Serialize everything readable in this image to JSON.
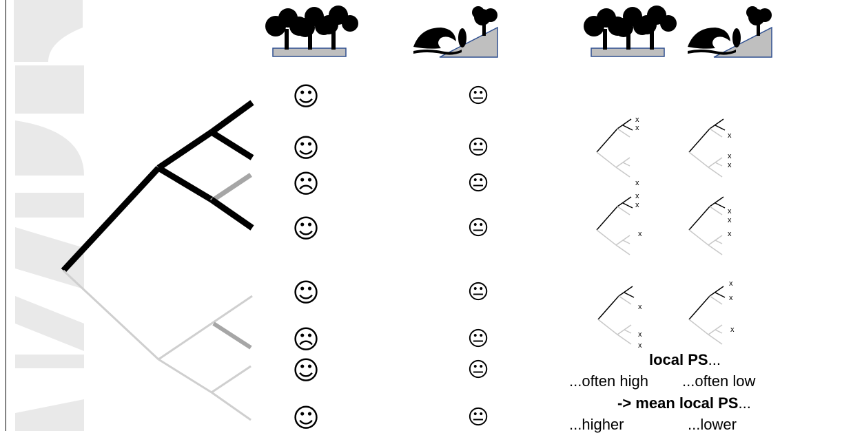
{
  "columns": [
    {
      "habitat": "forest",
      "icon": "forest-icon"
    },
    {
      "habitat": "coast",
      "icon": "coast-wave-icon"
    }
  ],
  "faces": {
    "happy": "☺",
    "neutral": "😐",
    "sad": "☹"
  },
  "rows": [
    {
      "forest": "happy",
      "coast": "neutral"
    },
    {
      "forest": "happy",
      "coast": "neutral"
    },
    {
      "forest": "sad",
      "coast": "neutral"
    },
    {
      "forest": "happy",
      "coast": "neutral"
    },
    {
      "forest": "happy",
      "coast": "neutral"
    },
    {
      "forest": "sad",
      "coast": "neutral"
    },
    {
      "forest": "happy",
      "coast": "neutral"
    },
    {
      "forest": "happy",
      "coast": "neutral"
    }
  ],
  "miniature_mark": "x",
  "summary": {
    "local_ps_bold": "local PS",
    "local_ps_tail": "...",
    "often_high": "...often high",
    "often_low": "...often low",
    "arrow_prefix": "-> mean local PS",
    "arrow_tail": "...",
    "higher": "...higher",
    "lower": "...lower"
  },
  "colors": {
    "black_branch": "#000000",
    "grey_branch": "#a6a6a6",
    "light_branch": "#c8c8c8",
    "watermark": "#e6e6e6",
    "ground": "#bfbfbf"
  }
}
